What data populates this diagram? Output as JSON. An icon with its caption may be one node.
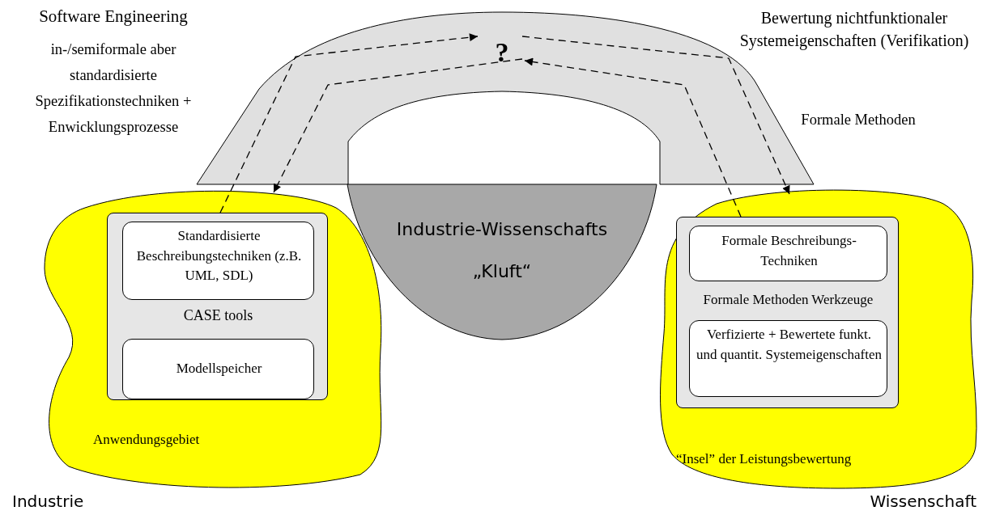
{
  "diagram": {
    "nodes": [
      {
        "text": [
          "Anwendungsgebiet"
        ]
      },
      {
        "text": [
          "CASE tools"
        ],
        "in": 0
      },
      {
        "text": [
          "Standardisierte Beschreibungstechniken (z.B. UML, SDL)"
        ],
        "in": 1
      },
      {
        "text": [
          "Modellspeicher"
        ],
        "in": 1
      },
      {
        "text": [
          "?"
        ]
      },
      {
        "text": [
          "Industrie-Wissenschafts",
          "„Kluft“"
        ]
      },
      {
        "text": [
          "“Insel” der Leistungsbewertung"
        ]
      },
      {
        "text": [
          "Formale Methoden Werkzeuge"
        ],
        "in": 6
      },
      {
        "text": [
          "Formale Beschreibungs-Techniken"
        ],
        "in": 7
      },
      {
        "text": [
          "Verfizierte + Bewertete funkt. und quantit. Systemeigenschaften"
        ],
        "in": 7
      }
    ],
    "edges": [
      {
        "from": 1,
        "to": 4,
        "arrow": "to",
        "style": "dashed"
      },
      {
        "from": 4,
        "to": 0,
        "arrow": "to",
        "style": "dashed"
      },
      {
        "from": 4,
        "to": 6,
        "arrow": "to",
        "style": "dashed"
      },
      {
        "from": 7,
        "to": 4,
        "arrow": "to",
        "style": "dashed"
      }
    ],
    "labels": [
      "Software Engineering",
      "in-/semiformale aber standardisierte Spezifikationstechniken + Enwicklungsprozesse",
      "Bewertung nichtfunktionaler Systemeigenschaften (Verifikation)",
      "Formale Methoden",
      "Industrie",
      "Wissenschaft"
    ]
  }
}
